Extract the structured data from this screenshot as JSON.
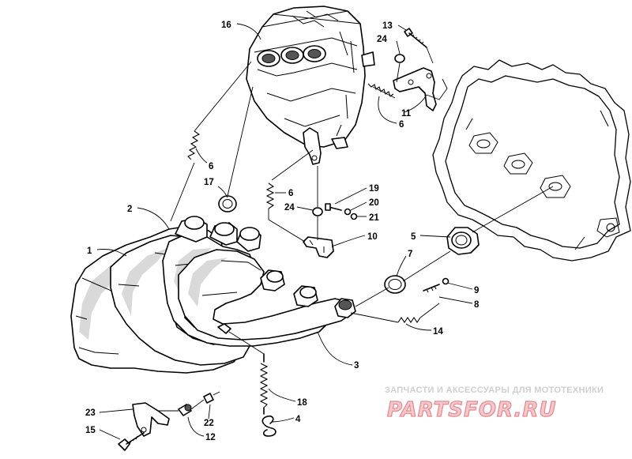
{
  "callouts": [
    {
      "id": "1",
      "label": "1"
    },
    {
      "id": "2",
      "label": "2"
    },
    {
      "id": "3",
      "label": "3"
    },
    {
      "id": "4",
      "label": "4"
    },
    {
      "id": "5",
      "label": "5"
    },
    {
      "id": "6a",
      "label": "6"
    },
    {
      "id": "6b",
      "label": "6"
    },
    {
      "id": "6c",
      "label": "6"
    },
    {
      "id": "7",
      "label": "7"
    },
    {
      "id": "8",
      "label": "8"
    },
    {
      "id": "9",
      "label": "9"
    },
    {
      "id": "10",
      "label": "10"
    },
    {
      "id": "11",
      "label": "11"
    },
    {
      "id": "12",
      "label": "12"
    },
    {
      "id": "13",
      "label": "13"
    },
    {
      "id": "14",
      "label": "14"
    },
    {
      "id": "15",
      "label": "15"
    },
    {
      "id": "16",
      "label": "16"
    },
    {
      "id": "17",
      "label": "17"
    },
    {
      "id": "18",
      "label": "18"
    },
    {
      "id": "19",
      "label": "19"
    },
    {
      "id": "20",
      "label": "20"
    },
    {
      "id": "21",
      "label": "21"
    },
    {
      "id": "22",
      "label": "22"
    },
    {
      "id": "23",
      "label": "23"
    },
    {
      "id": "24a",
      "label": "24"
    },
    {
      "id": "24b",
      "label": "24"
    }
  ],
  "watermark": {
    "tagline": "ЗАПЧАСТИ И АКСЕССУАРЫ ДЛЯ МОТОТЕХНИКИ",
    "logo": "PARTSFOR.RU"
  },
  "colors": {
    "line": "#000000",
    "background": "#ffffff",
    "watermark_gray": "#cfcfcf",
    "watermark_red": "#e58d94"
  }
}
